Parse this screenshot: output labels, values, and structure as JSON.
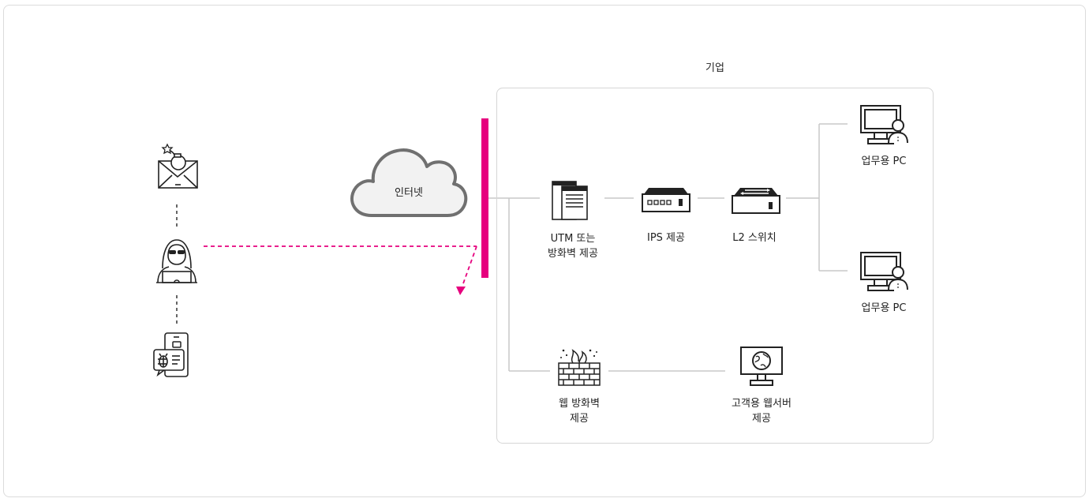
{
  "diagram": {
    "corporate_label": "기업",
    "internet_label": "인터넷",
    "nodes": {
      "utm": {
        "line1": "UTM 또는",
        "line2": "방화벽 제공",
        "icon": "server-icon"
      },
      "ips": {
        "label": "IPS 제공",
        "icon": "ips-device-icon"
      },
      "l2": {
        "label": "L2 스위치",
        "icon": "l2-switch-icon"
      },
      "pc1": {
        "label": "업무용 PC",
        "icon": "workstation-user-icon"
      },
      "pc2": {
        "label": "업무용 PC",
        "icon": "workstation-user-icon"
      },
      "waf": {
        "line1": "웹 방화벽",
        "line2": "제공",
        "icon": "firewall-icon"
      },
      "webserver": {
        "line1": "고객용 웹서버",
        "line2": "제공",
        "icon": "web-server-monitor-icon"
      }
    },
    "threats": [
      {
        "icon": "mail-bomb-icon"
      },
      {
        "icon": "hacker-laptop-icon"
      },
      {
        "icon": "mobile-malware-icon"
      }
    ],
    "colors": {
      "accent": "#e6007e",
      "line": "#c8c8c8",
      "cloud_stroke": "#707070",
      "cloud_fill": "#f2f2f2"
    }
  }
}
